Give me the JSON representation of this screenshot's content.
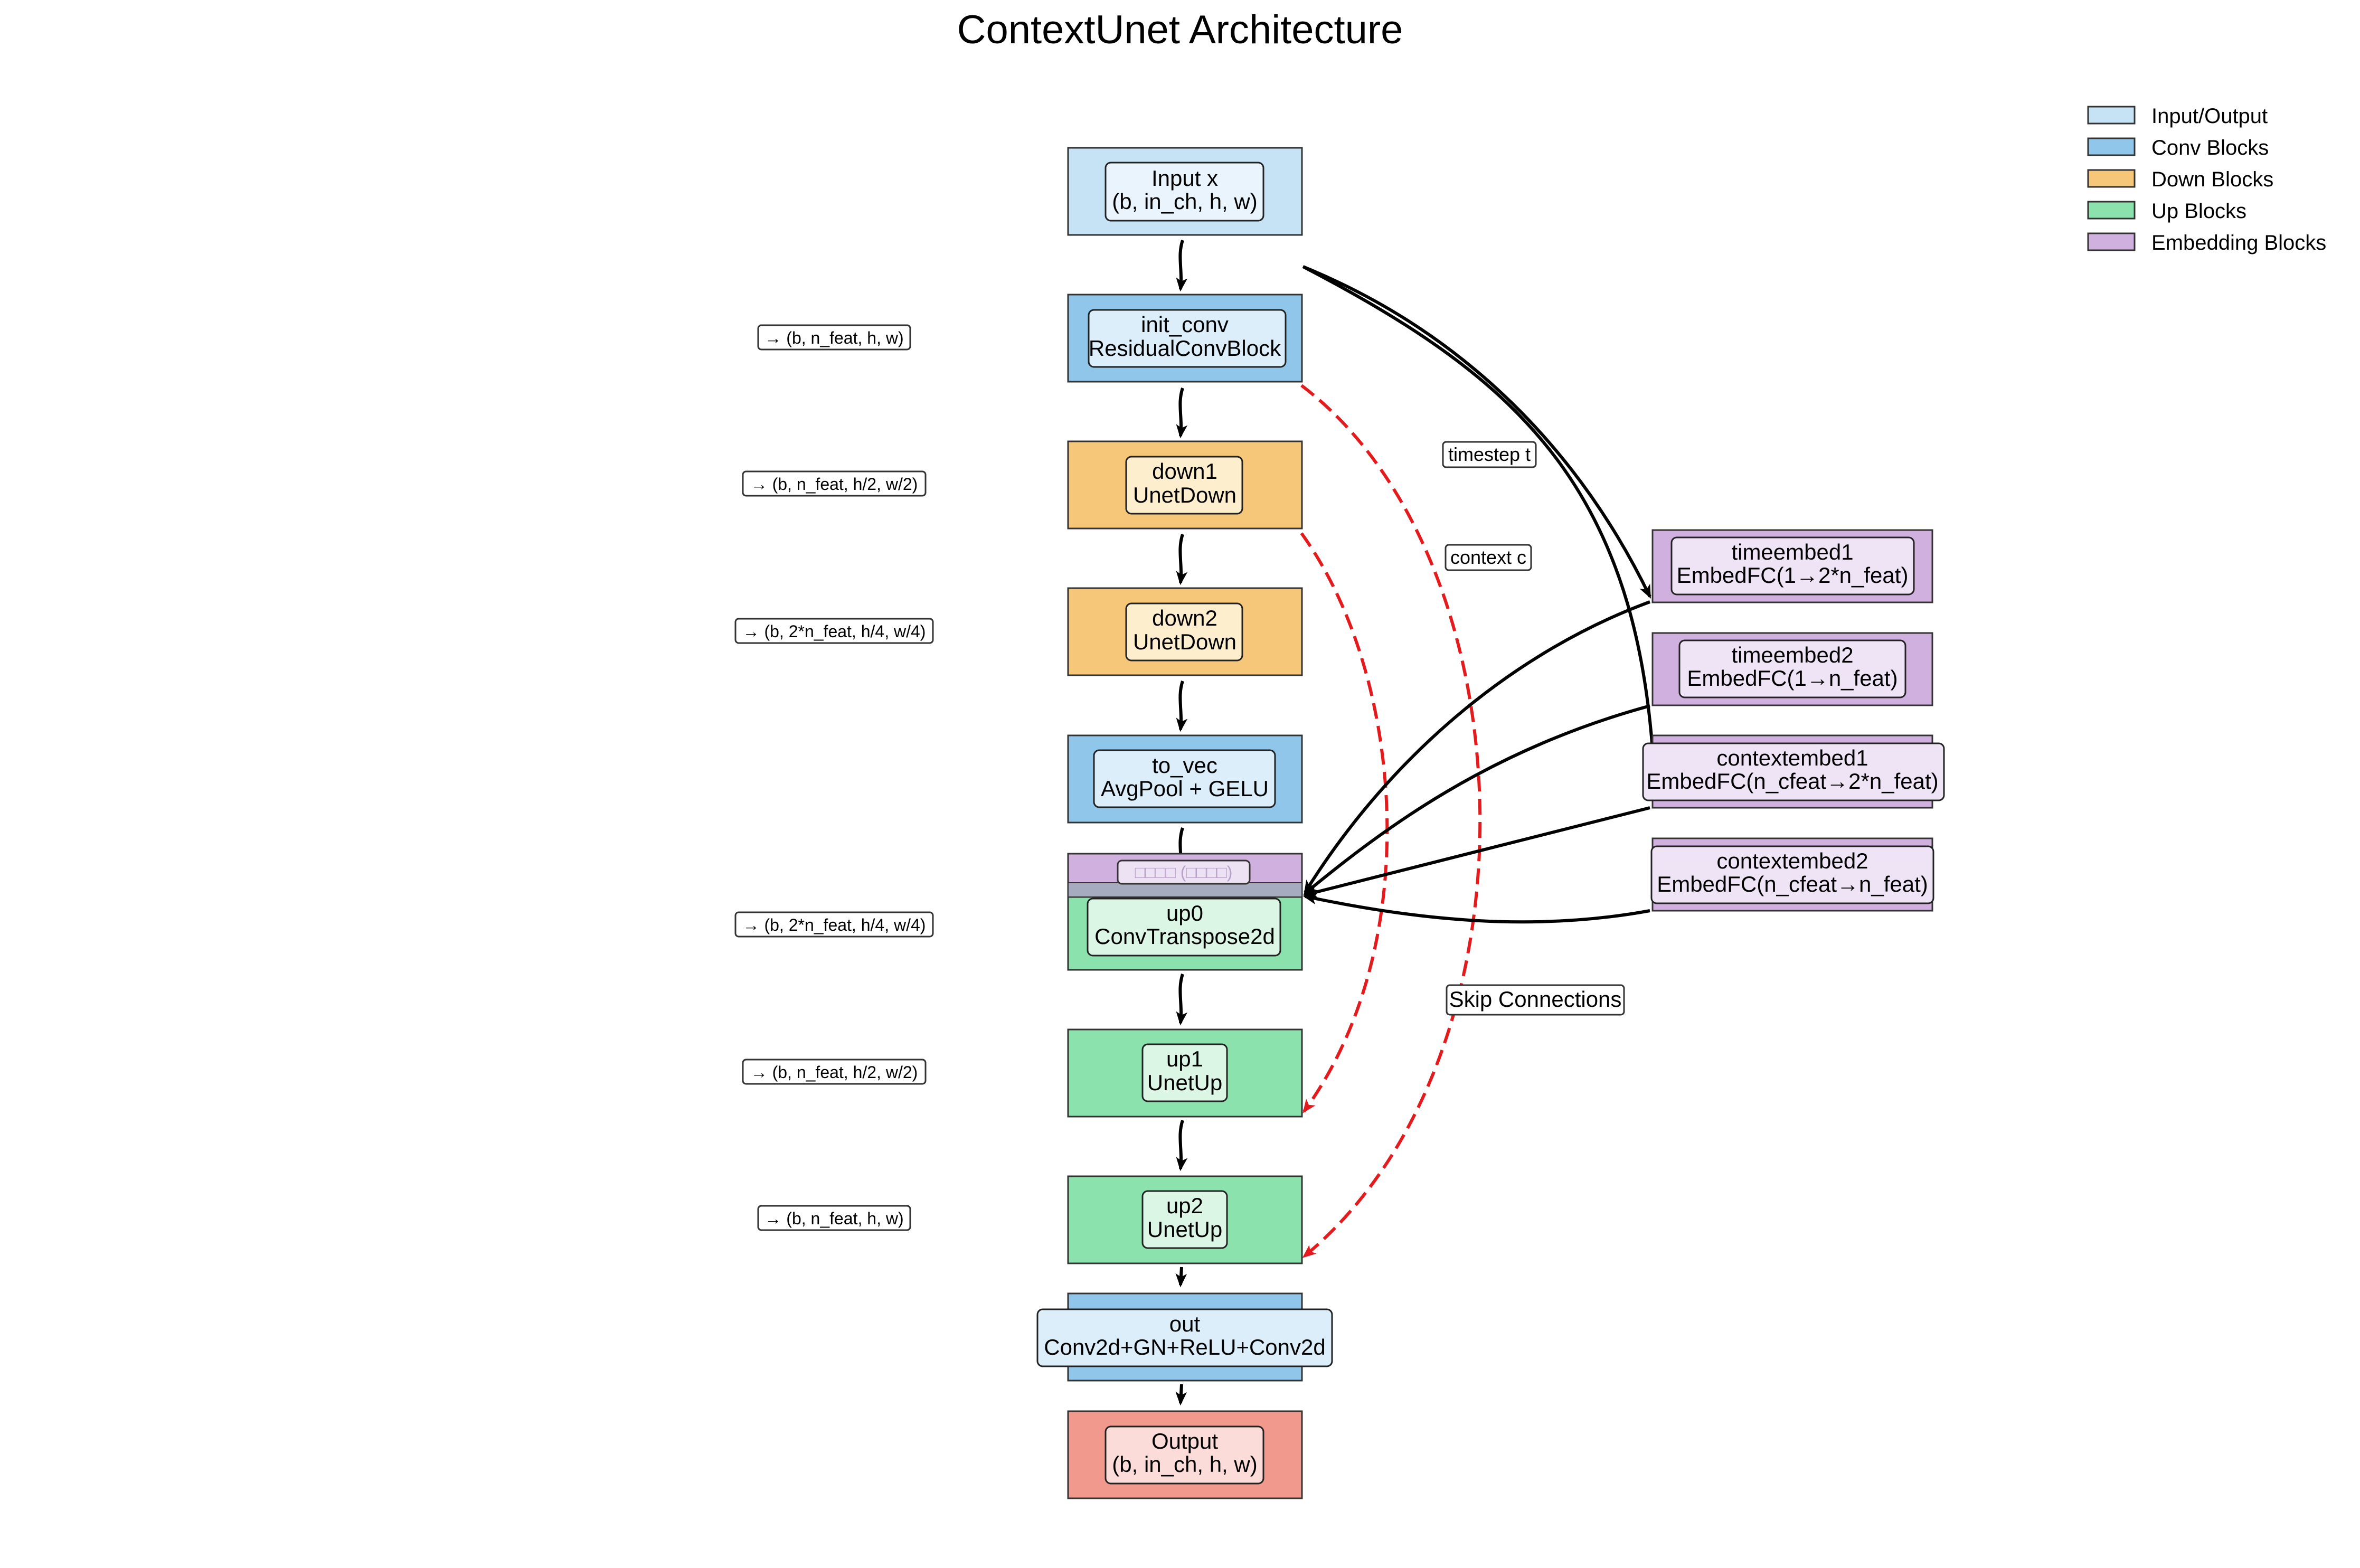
{
  "title": "ContextUnet Architecture",
  "colors": {
    "io": "#c6e2f5",
    "conv": "#8fc6ea",
    "down": "#f6c779",
    "up": "#8be2ad",
    "embed": "#cfb0de",
    "output": "#f1998d",
    "skip": "#e41a1c",
    "arrow": "#000000"
  },
  "legend": [
    {
      "label": "Input/Output",
      "color": "#c6e2f5"
    },
    {
      "label": "Conv Blocks",
      "color": "#8fc6ea"
    },
    {
      "label": "Down Blocks",
      "color": "#f6c779"
    },
    {
      "label": "Up Blocks",
      "color": "#8be2ad"
    },
    {
      "label": "Embedding Blocks",
      "color": "#cfb0de"
    }
  ],
  "blocks": {
    "input": {
      "name": "Input x",
      "detail": "(b, in_ch, h, w)"
    },
    "init_conv": {
      "name": "init_conv",
      "detail": "ResidualConvBlock"
    },
    "down1": {
      "name": "down1",
      "detail": "UnetDown"
    },
    "down2": {
      "name": "down2",
      "detail": "UnetDown"
    },
    "to_vec": {
      "name": "to_vec",
      "detail": "AvgPool + GELU"
    },
    "embed_overlay": {
      "text": "□□□□ (□□□□)"
    },
    "up0": {
      "name": "up0",
      "detail": "ConvTranspose2d"
    },
    "up1": {
      "name": "up1",
      "detail": "UnetUp"
    },
    "up2": {
      "name": "up2",
      "detail": "UnetUp"
    },
    "out": {
      "name": "out",
      "detail": "Conv2d+GN+ReLU+Conv2d"
    },
    "output": {
      "name": "Output",
      "detail": "(b, in_ch, h, w)"
    },
    "timeembed1": {
      "name": "timeembed1",
      "detail": "EmbedFC(1→2*n_feat)"
    },
    "timeembed2": {
      "name": "timeembed2",
      "detail": "EmbedFC(1→n_feat)"
    },
    "contextembed1": {
      "name": "contextembed1",
      "detail": "EmbedFC(n_cfeat→2*n_feat)"
    },
    "contextembed2": {
      "name": "contextembed2",
      "detail": "EmbedFC(n_cfeat→n_feat)"
    }
  },
  "shapes": {
    "init_conv": "→ (b, n_feat, h, w)",
    "down1": "→ (b, n_feat, h/2, w/2)",
    "down2": "→ (b, 2*n_feat, h/4, w/4)",
    "up0": "→ (b, 2*n_feat, h/4, w/4)",
    "up1": "→ (b, n_feat, h/2, w/2)",
    "up2": "→ (b, n_feat, h, w)"
  },
  "annotations": {
    "timestep": "timestep t",
    "context": "context c",
    "skip": "Skip Connections"
  }
}
